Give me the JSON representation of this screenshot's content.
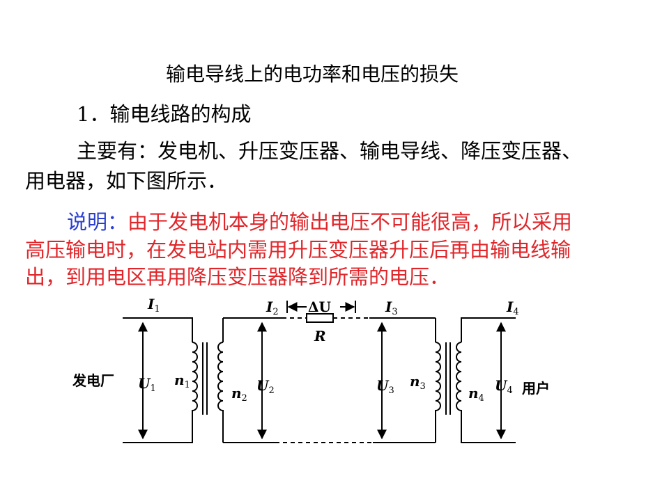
{
  "title": "输电导线上的电功率和电压的损失",
  "heading": "1．输电线路的构成",
  "para1_line1": "主要有：发电机、升压变压器、输电导线、降压变压器、",
  "para1_line2": "用电器，如下图所示．",
  "note_label": "说明：",
  "note_line1": "由于发电机本身的输出电压不可能很高，所以采用",
  "note_line2": "高压输电时，在发电站内需用升压变压器升压后再由输电线输",
  "note_line3": "出，到用电区再用降压变压器降到所需的电压．",
  "colors": {
    "note_label": "#2a3fd0",
    "note_text": "#e0262a",
    "text": "#000000"
  },
  "diagram": {
    "power_plant_label": "发电厂",
    "user_label": "用户",
    "I1": "I",
    "I1_sub": "1",
    "I2": "I",
    "I2_sub": "2",
    "I3": "I",
    "I3_sub": "3",
    "I4": "I",
    "I4_sub": "4",
    "U1": "U",
    "U1_sub": "1",
    "U2": "U",
    "U2_sub": "2",
    "U3": "U",
    "U3_sub": "3",
    "U4": "U",
    "U4_sub": "4",
    "n1": "n",
    "n1_sub": "1",
    "n2": "n",
    "n2_sub": "2",
    "n3": "n",
    "n3_sub": "3",
    "n4": "n",
    "n4_sub": "4",
    "delta_u": "ΔU",
    "resistor": "R"
  }
}
